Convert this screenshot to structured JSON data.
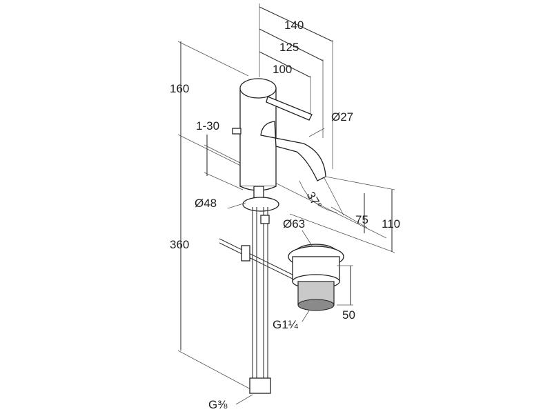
{
  "diagram": {
    "dimensions": {
      "width_total": "140",
      "width_mid": "125",
      "width_spout": "100",
      "height_top": "160",
      "height_bottom": "360",
      "range": "1-30",
      "spout_diameter": "Ø27",
      "body_diameter": "Ø48",
      "angle": "37°",
      "spout_height": "75",
      "outlet_height": "110",
      "waste_diameter": "Ø63",
      "waste_height": "50",
      "waste_thread": "G1¼",
      "supply_thread": "G⅜"
    },
    "colors": {
      "line": "#333333",
      "fill_shade": "#c9c9c9",
      "background": "#ffffff"
    }
  }
}
